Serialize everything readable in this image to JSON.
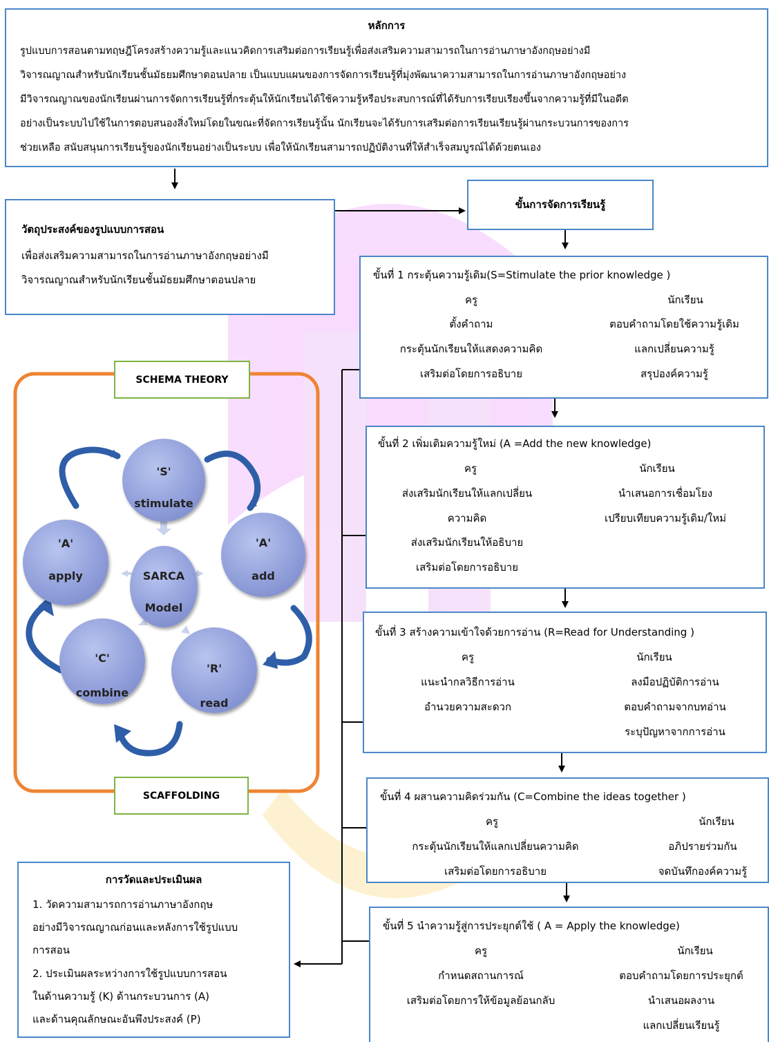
{
  "principle": {
    "title": "หลักการ",
    "lines": [
      "รูปแบบการสอนตามทฤษฎีโครงสร้างความรู้และแนวคิดการเสริมต่อการเรียนรู้เพื่อส่งเสริมความสามารถในการอ่านภาษาอังกฤษอย่างมี",
      "วิจารณญาณสำหรับนักเรียนชั้นมัธยมศึกษาตอนปลาย เป็นแบบแผนของการจัดการเรียนรู้ที่มุ่งพัฒนาความสามารถในการอ่านภาษาอังกฤษอย่าง",
      "มีวิจารณญาณของนักเรียนผ่านการจัดการเรียนรู้ที่กระตุ้นให้นักเรียนได้ใช้ความรู้หรือประสบการณ์ที่ได้รับการเรียบเรียงขึ้นจากความรู้ที่มีในอดีต",
      "อย่างเป็นระบบไปใช้ในการตอบสนองสิ่งใหม่โดยในขณะที่จัดการเรียนรู้นั้น นักเรียนจะได้รับการเสริมต่อการเรียนเรียนรู้ผ่านกระบวนการของการ",
      "ช่วยเหลือ สนับสนุนการเรียนรู้ของนักเรียนอย่างเป็นระบบ เพื่อให้นักเรียนสามารถปฏิบัติงานที่ให้สำเร็จสมบูรณ์ได้ด้วยตนเอง"
    ]
  },
  "objective": {
    "title": "วัตถุประสงค์ของรูปแบบการสอน",
    "lines": [
      "เพื่อส่งเสริมความสามารถในการอ่านภาษาอังกฤษอย่างมี",
      "วิจารณญาณสำหรับนักเรียนชั้นมัธยมศึกษาตอนปลาย"
    ]
  },
  "steps_header": "ขั้นการจัดการเรียนรู้",
  "model": {
    "top_label": "SCHEMA THEORY",
    "bottom_label": "SCAFFOLDING",
    "center": [
      "SARCA",
      "Model"
    ],
    "nodes": [
      {
        "letter": "'S'",
        "word": "stimulate"
      },
      {
        "letter": "'A'",
        "word": "add"
      },
      {
        "letter": "'R'",
        "word": "read"
      },
      {
        "letter": "'C'",
        "word": "combine"
      },
      {
        "letter": "'A'",
        "word": "apply"
      }
    ]
  },
  "steps": [
    {
      "title": "ขั้นที่ 1 กระตุ้นความรู้เดิม(S=Stimulate the prior knowledge )",
      "teacher": "ครู",
      "student": "นักเรียน",
      "teacher_items": [
        "ตั้งคำถาม",
        "กระตุ้นนักเรียนให้แสดงความคิด",
        "เสริมต่อโดยการอธิบาย"
      ],
      "student_items": [
        "ตอบคำถามโดยใช้ความรู้เดิม",
        "แลกเปลี่ยนความรู้",
        "สรุปองค์ความรู้"
      ]
    },
    {
      "title": "ขั้นที่ 2 เพิ่มเติมความรู้ใหม่ (A =Add the new knowledge)",
      "teacher": "ครู",
      "student": "นักเรียน",
      "teacher_items": [
        "ส่งเสริมนักเรียนให้แลกเปลี่ยน",
        "ความคิด",
        "ส่งเสริมนักเรียนให้อธิบาย",
        "เสริมต่อโดยการอธิบาย"
      ],
      "student_items": [
        "นำเสนอการเชื่อมโยง",
        "เปรียบเทียบความรู้เดิม/ใหม่"
      ]
    },
    {
      "title": "ขั้นที่ 3 สร้างความเข้าใจด้วยการอ่าน (R=Read for Understanding )",
      "teacher": "ครู",
      "student": "นักเรียน",
      "teacher_items": [
        "แนะนำกลวิธีการอ่าน",
        "อำนวยความสะดวก"
      ],
      "student_items": [
        "ลงมือปฏิบัติการอ่าน",
        "ตอบคำถามจากบทอ่าน",
        "ระบุปัญหาจากการอ่าน"
      ]
    },
    {
      "title": "ขั้นที่ 4 ผสานความคิดร่วมกัน  (C=Combine the ideas together )",
      "teacher": "ครู",
      "student": "นักเรียน",
      "teacher_items": [
        "กระตุ้นนักเรียนให้แลกเปลี่ยนความคิด",
        "เสริมต่อโดยการอธิบาย"
      ],
      "student_items": [
        "อภิปรายร่วมกัน",
        "จดบันทึกองค์ความรู้"
      ]
    },
    {
      "title": "ขั้นที่ 5 นำความรู้สู่การประยุกต์ใช้ ( A = Apply the knowledge)",
      "teacher": "ครู",
      "student": "นักเรียน",
      "teacher_items": [
        "กำหนดสถานการณ์",
        "เสริมต่อโดยการให้ข้อมูลย้อนกลับ"
      ],
      "student_items": [
        "ตอบคำถามโดยการประยุกต์",
        "นำเสนอผลงาน",
        "แลกเปลี่ยนเรียนรู้"
      ]
    }
  ],
  "evaluation": {
    "title": "การวัดและประเมินผล",
    "lines": [
      "1. วัดความสามารถการอ่านภาษาอังกฤษ",
      "อย่างมีวิจารณญาณก่อนและหลังการใช้รูปแบบ",
      "การสอน",
      "2. ประเมินผลระหว่างการใช้รูปแบบการสอน",
      "ในด้านความรู้ (K) ด้านกระบวนการ (A)",
      "และด้านคุณลักษณะอันพึงประสงค์ (P)"
    ]
  },
  "colors": {
    "box_border": "#4a86c8",
    "frame_orange": "#ee8433",
    "label_border_green": "#7cb342",
    "node_fill": "#8e9cd9",
    "cycle_arrow": "#2f5ea8"
  }
}
